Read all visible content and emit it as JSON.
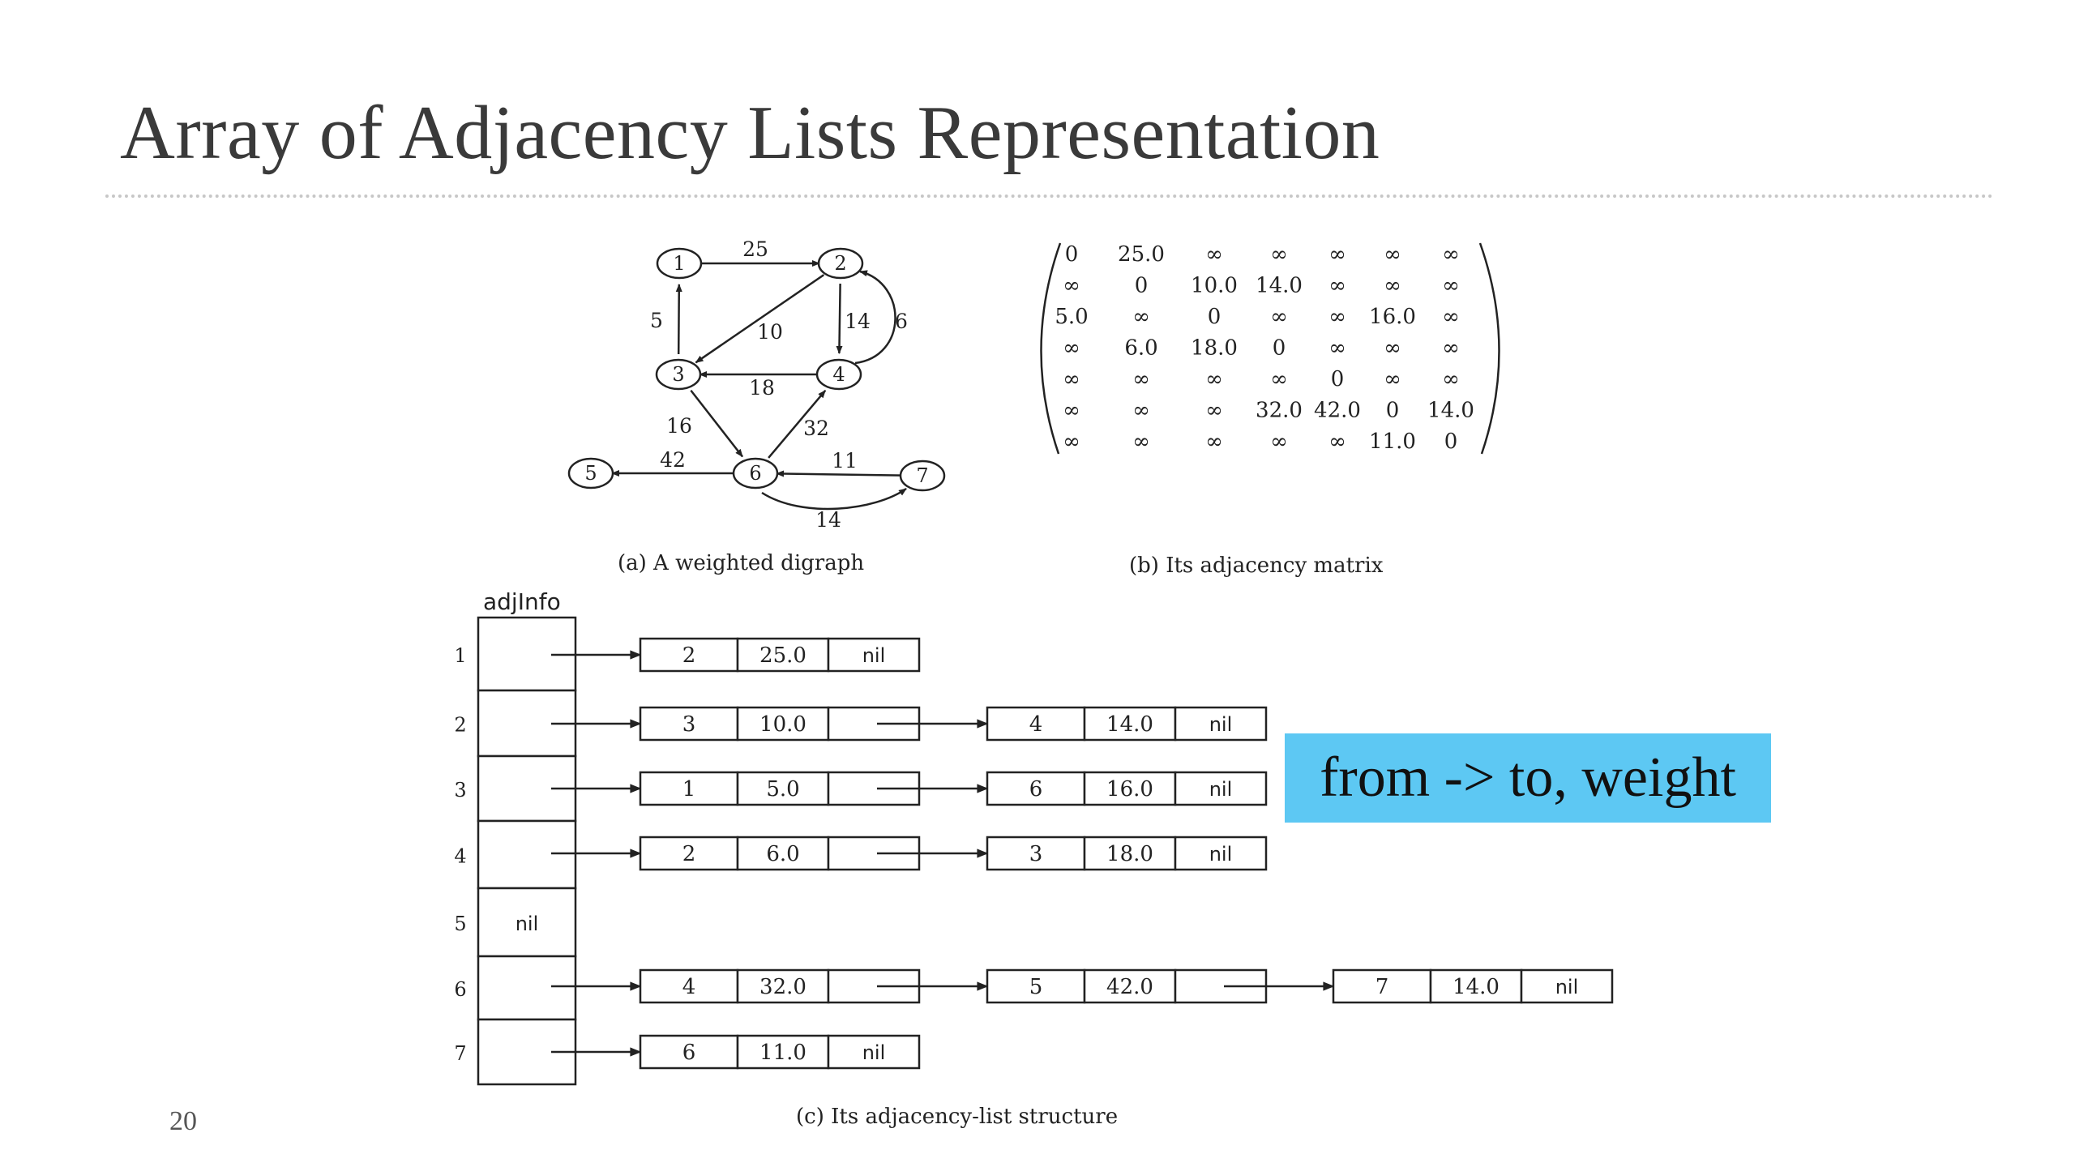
{
  "slide": {
    "title": "Array of Adjacency Lists Representation",
    "page_number": "20",
    "callout": "from -> to, weight"
  },
  "digraph": {
    "caption": "(a) A weighted digraph",
    "nodes": [
      "1",
      "2",
      "3",
      "4",
      "5",
      "6",
      "7"
    ],
    "edges": [
      {
        "from": "1",
        "to": "2",
        "weight": "25"
      },
      {
        "from": "2",
        "to": "3",
        "weight": "10"
      },
      {
        "from": "2",
        "to": "4",
        "weight": "14"
      },
      {
        "from": "3",
        "to": "1",
        "weight": "5"
      },
      {
        "from": "3",
        "to": "6",
        "weight": "16"
      },
      {
        "from": "4",
        "to": "2",
        "weight": "6"
      },
      {
        "from": "4",
        "to": "3",
        "weight": "18"
      },
      {
        "from": "6",
        "to": "4",
        "weight": "32"
      },
      {
        "from": "6",
        "to": "5",
        "weight": "42"
      },
      {
        "from": "6",
        "to": "7",
        "weight": "14"
      },
      {
        "from": "7",
        "to": "6",
        "weight": "11"
      }
    ]
  },
  "matrix": {
    "caption": "(b) Its adjacency matrix",
    "rows": [
      [
        "0",
        "25.0",
        "∞",
        "∞",
        "∞",
        "∞",
        "∞"
      ],
      [
        "∞",
        "0",
        "10.0",
        "14.0",
        "∞",
        "∞",
        "∞"
      ],
      [
        "5.0",
        "∞",
        "0",
        "∞",
        "∞",
        "16.0",
        "∞"
      ],
      [
        "∞",
        "6.0",
        "18.0",
        "0",
        "∞",
        "∞",
        "∞"
      ],
      [
        "∞",
        "∞",
        "∞",
        "∞",
        "0",
        "∞",
        "∞"
      ],
      [
        "∞",
        "∞",
        "∞",
        "32.0",
        "42.0",
        "0",
        "14.0"
      ],
      [
        "∞",
        "∞",
        "∞",
        "∞",
        "∞",
        "11.0",
        "0"
      ]
    ]
  },
  "adjlist": {
    "caption": "(c) Its adjacency-list structure",
    "header": "adjInfo",
    "nil_label": "nil",
    "rows": [
      {
        "index": "1",
        "empty": false,
        "nodes": [
          [
            "2",
            "25.0",
            "nil"
          ]
        ]
      },
      {
        "index": "2",
        "empty": false,
        "nodes": [
          [
            "3",
            "10.0",
            ""
          ],
          [
            "4",
            "14.0",
            "nil"
          ]
        ]
      },
      {
        "index": "3",
        "empty": false,
        "nodes": [
          [
            "1",
            "5.0",
            ""
          ],
          [
            "6",
            "16.0",
            "nil"
          ]
        ]
      },
      {
        "index": "4",
        "empty": false,
        "nodes": [
          [
            "2",
            "6.0",
            ""
          ],
          [
            "3",
            "18.0",
            "nil"
          ]
        ]
      },
      {
        "index": "5",
        "empty": true,
        "nodes": []
      },
      {
        "index": "6",
        "empty": false,
        "nodes": [
          [
            "4",
            "32.0",
            ""
          ],
          [
            "5",
            "42.0",
            ""
          ],
          [
            "7",
            "14.0",
            "nil"
          ]
        ]
      },
      {
        "index": "7",
        "empty": false,
        "nodes": [
          [
            "6",
            "11.0",
            "nil"
          ]
        ]
      }
    ]
  }
}
